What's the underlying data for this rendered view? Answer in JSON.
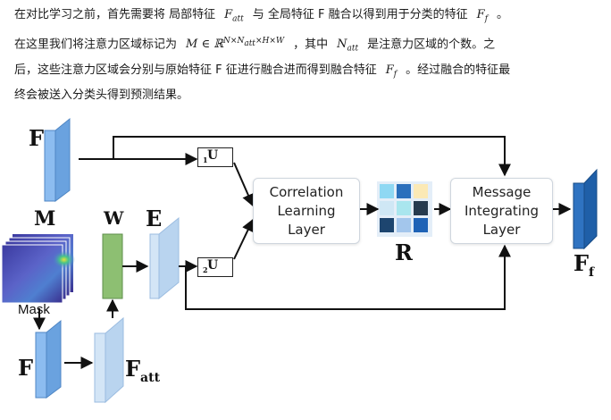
{
  "paragraph": {
    "l1_a": "在对比学习之前，首先需要将 局部特征",
    "l1_math1": "F",
    "l1_math1_sub": "att",
    "l1_b": "与 全局特征 F 融合以得到用于分类的特征",
    "l1_math2": "F",
    "l1_math2_sub": "f",
    "l1_c": "。",
    "l2_a": "在这里我们将注意力区域标记为",
    "l2_math": "M ∈ ℝ",
    "l2_math_sup": "N×N",
    "l2_math_sup_sub": "att",
    "l2_math_sup2": "×H×W",
    "l2_b": "，其中",
    "l2_math2": "N",
    "l2_math2_sub": "att",
    "l2_c": "是注意力区域的个数。之",
    "l3_a": "后，这些注意力区域会分别与原始特征 F 征进行融合进而得到融合特征",
    "l3_math": "F",
    "l3_math_sub": "f",
    "l3_b": "。经过融合的特征最",
    "l4": "终会被送入分类头得到预测结果。"
  },
  "diagram": {
    "label_F_top": "F",
    "label_M": "M",
    "label_mask": "Mask",
    "label_F_bottom": "F",
    "label_W": "W",
    "label_E": "E",
    "label_Fatt": "F",
    "label_Fatt_sub": "att",
    "label_U1": "U",
    "label_U1_sub": "1",
    "label_U2": "U",
    "label_U2_sub": "2",
    "label_R": "R",
    "label_Ff": "F",
    "label_Ff_sub": "f",
    "box_correlation": [
      "Correlation",
      "Learning",
      "Layer"
    ],
    "box_message": [
      "Message",
      "Integrating",
      "Layer"
    ]
  },
  "colors": {
    "feature_blue": "#7fb0e6",
    "feature_light": "#c7dcef",
    "w_green": "#8dbf72",
    "ff_dark": "#1f5fa8"
  },
  "matrix_colors": [
    "#8fd8f3",
    "#2a6fbc",
    "#fbe9b5",
    "#cfe7f5",
    "#a9e6ee",
    "#263b4f",
    "#1d456f",
    "#a3c6ec",
    "#1f63b6"
  ]
}
